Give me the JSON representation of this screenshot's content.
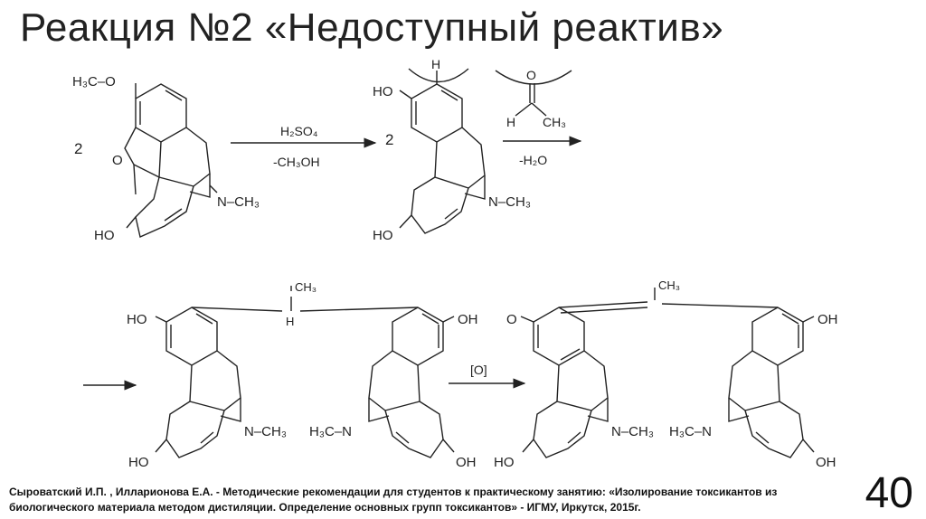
{
  "title": "Реакция №2 «Недоступный реактив»",
  "scheme": {
    "coef1": "2",
    "coef2": "2",
    "morphine": {
      "ome": "H₃C–O",
      "o": "O",
      "oh": "HO",
      "n": "N–CH₃"
    },
    "arrow1": {
      "top": "H₂SO₄",
      "bottom": "-CH₃OH"
    },
    "apomorphine": {
      "oh_top": "HO",
      "h": "H",
      "oh": "HO",
      "n": "N–CH₃"
    },
    "arrow2": {
      "top_o": "O",
      "top_h": "H",
      "top_ch3": "CH₃",
      "bottom": "-H₂O"
    },
    "dimer": {
      "ch3": "CH₃",
      "h": "H",
      "oh_l": "HO",
      "oh_r": "OH",
      "oh_l2": "HO",
      "oh_r2": "OH",
      "n_l": "N–CH₃",
      "n_r": "H₃C–N"
    },
    "arrow3": {
      "top": "[O]"
    },
    "product": {
      "ch3": "CH₃",
      "o": "O",
      "oh_r": "OH",
      "oh_l2": "HO",
      "oh_r2": "OH",
      "n_l": "N–CH₃",
      "n_r": "H₃C–N"
    }
  },
  "reference": "Сыроватский И.П. , Илларионова Е.А. - Методические рекомендации  для студентов к практическому занятию:  «Изолирование токсикантов из биологического материала методом дистиляции. Определение основных групп токсикантов» - ИГМУ, Иркутск, 2015г.",
  "page_number": "40"
}
